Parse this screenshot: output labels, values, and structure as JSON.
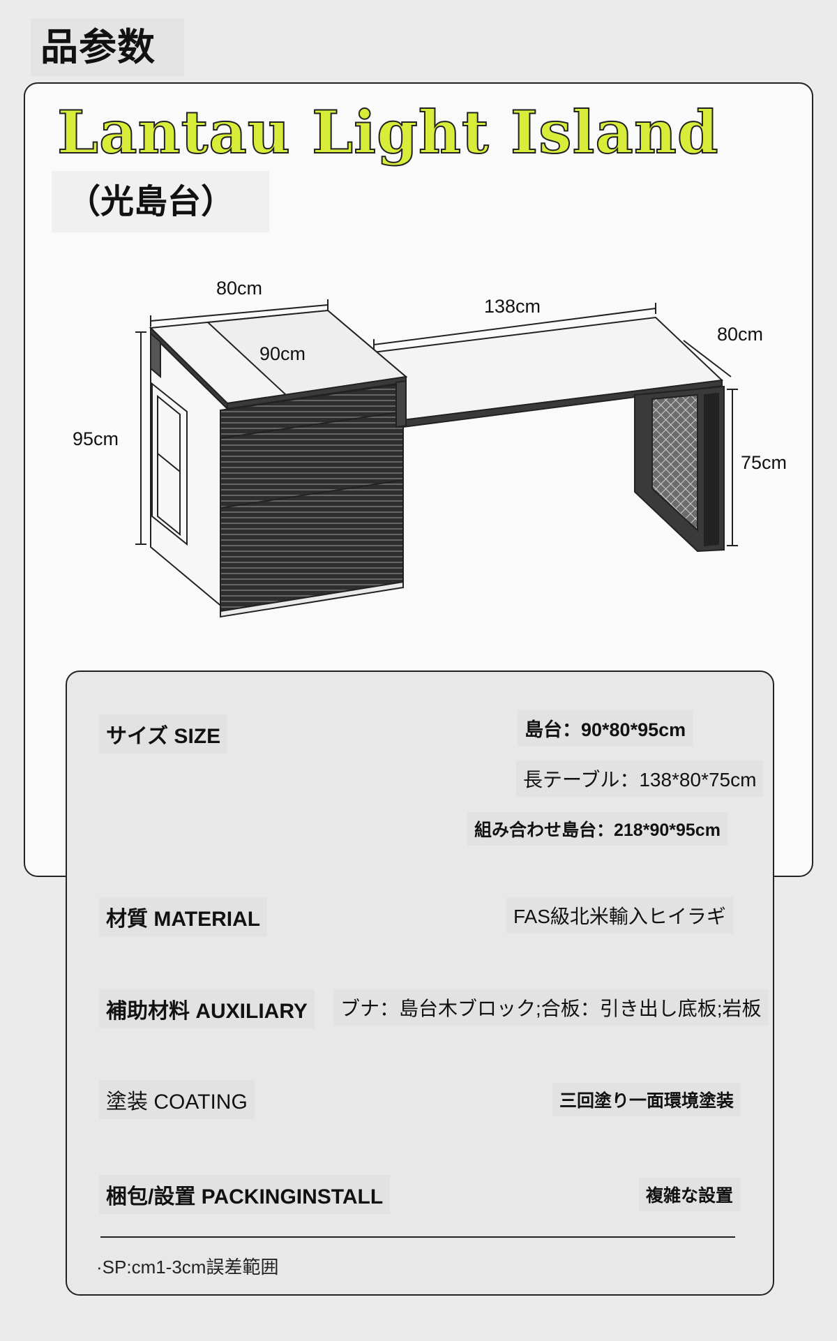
{
  "header": {
    "label": "品参数"
  },
  "product": {
    "title": "Lantau Light Island",
    "subtitle": "（光島台）"
  },
  "dimensions": {
    "island_width": "80cm",
    "island_depth": "90cm",
    "island_height": "95cm",
    "table_length": "138cm",
    "table_depth": "80cm",
    "table_height": "75cm"
  },
  "specs": {
    "size": {
      "label": "サイズ SIZE",
      "values": [
        "島台：90*80*95cm",
        "長テーブル：138*80*75cm",
        "組み合わせ島台：218*90*95cm"
      ]
    },
    "material": {
      "label": "材質 MATERIAL",
      "value": "FAS級北米輸入ヒイラギ"
    },
    "auxiliary": {
      "label": "補助材料 AUXILIARY",
      "value": "ブナ：島台木ブロック;合板：引き出し底板;岩板"
    },
    "coating": {
      "label": "塗装 COATING",
      "value": "三回塗り一面環境塗装"
    },
    "packing": {
      "label": "梱包/設置 PACKINGINSTALL",
      "value": "複雑な設置"
    }
  },
  "note": "·SP:cm1-3cm誤差範囲"
}
